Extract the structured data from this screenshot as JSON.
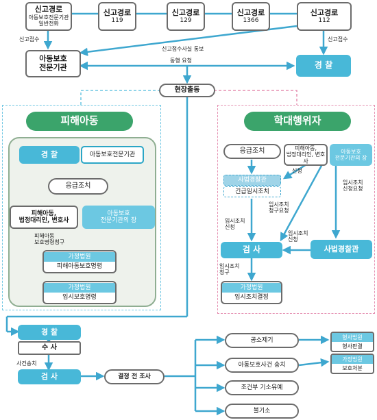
{
  "top": {
    "r1_title": "신고경로",
    "r1_sub1": "아동보호전문기관",
    "r1_sub2": "일반전화",
    "r2_title": "신고경로",
    "r2_num": "119",
    "r3_title": "신고경로",
    "r3_num": "129",
    "r4_title": "신고경로",
    "r4_num": "1366",
    "r5_title": "신고경로",
    "r5_num": "112",
    "agency1": "아동보호",
    "agency2": "전문기관",
    "police": "경 찰",
    "label_report_left": "신고접수",
    "label_report_right": "신고접수",
    "label_notify": "신고접수사실 통보",
    "label_together": "동행 요청",
    "dispatch": "현장출동"
  },
  "left": {
    "header": "피해아동",
    "police": "경 찰",
    "agency": "아동보호전문기관",
    "emergency": "응급조치",
    "victim1": "피해아동,",
    "victim2": "법정대리인, 변호사",
    "head1": "아동보호",
    "head2": "전문기관의 장",
    "label_order1": "피해아동",
    "label_order2": "보호명령청구",
    "court1": "가정법원",
    "order1": "피해아동보호명령",
    "court2": "가정법원",
    "order2": "임시보호명령"
  },
  "right": {
    "header": "학대행위자",
    "emergency": "응급조치",
    "victim1": "피해아동,",
    "victim2": "법정대리인, 변호사",
    "agency1": "아동보호",
    "agency2": "전문기관의 장",
    "judicial_police_dash": "사법경찰관",
    "emergency_temp": "긴급임시조치",
    "label_apply": "신청",
    "label_temp_req1": "임시조치",
    "label_temp_req2": "신청요청",
    "label_temp_claim1": "임시조치",
    "label_temp_claim2": "청구요청",
    "label_temp_apply1": "임시조치",
    "label_temp_apply2": "신청",
    "label_temp_apply3": "임시조치",
    "label_temp_apply4": "신청",
    "prosecutor": "검 사",
    "judicial_police": "사법경찰관",
    "label_claim1": "임시조치",
    "label_claim2": "청구",
    "court": "가정법원",
    "decision": "임시조치결정"
  },
  "bottom": {
    "police": "경 찰",
    "investigation": "수 사",
    "label_transfer": "사건송치",
    "prosecutor": "검 사",
    "pre_decision": "결정 전 조사",
    "o1": "공소제기",
    "o2": "아동보호사건 송치",
    "o3": "조건부 기소유예",
    "o4": "불기소",
    "criminal_court": "형사법원",
    "criminal_trial": "형사판결",
    "family_court": "가정법원",
    "protect_disposal": "보호처분"
  }
}
